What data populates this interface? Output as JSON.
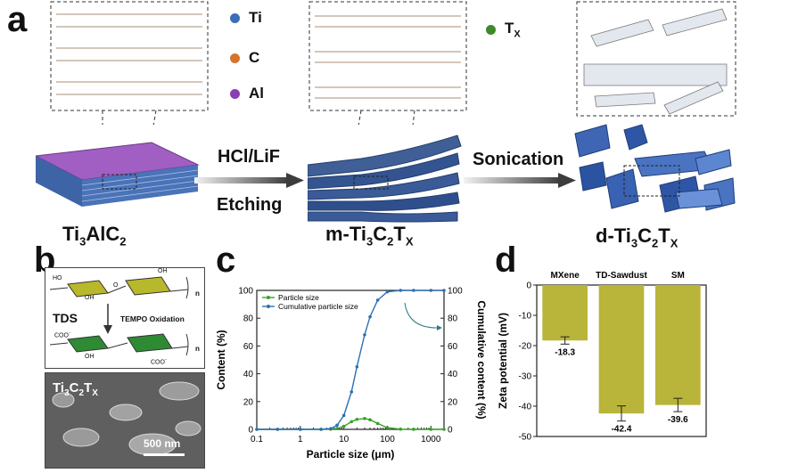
{
  "panels": {
    "a": "a",
    "b": "b",
    "c": "c",
    "d": "d"
  },
  "panel_a": {
    "legend": [
      {
        "label": "Ti",
        "color": "#3a6fb7"
      },
      {
        "label": "C",
        "color": "#d4752c"
      },
      {
        "label": "Al",
        "color": "#8a3fb0"
      }
    ],
    "legend_tx": {
      "label": "T",
      "sub": "X",
      "color": "#3d8a2b"
    },
    "arrow1": {
      "top": "HCl/LiF",
      "bottom": "Etching"
    },
    "arrow2": {
      "top": "Sonication"
    },
    "compounds": [
      {
        "base": "Ti",
        "s1": "3",
        "mid": "AlC",
        "s2": "2",
        "tail": "",
        "s3": ""
      },
      {
        "base": "m-Ti",
        "s1": "3",
        "mid": "C",
        "s2": "2",
        "tail": "T",
        "s3": "X"
      },
      {
        "base": "d-Ti",
        "s1": "3",
        "mid": "C",
        "s2": "2",
        "tail": "T",
        "s3": "X"
      }
    ]
  },
  "panel_b": {
    "tds_label": "TDS",
    "tempo_label": "TEMPO Oxidation",
    "n_label": "n",
    "ho_label": "HO",
    "oh_label": "OH",
    "coo_label": "COO",
    "o_label": "O",
    "sem_label": {
      "base": "Ti",
      "s1": "3",
      "mid": "C",
      "s2": "2",
      "tail": "T",
      "s3": "X"
    },
    "scale_bar": "500 nm"
  },
  "chart_data": [
    {
      "type": "line",
      "xlabel": "Particle size (μm)",
      "ylabel": "Content (%)",
      "y2label": "Cumulative content (%)",
      "xscale": "log",
      "xlim": [
        0.1,
        2000
      ],
      "ylim": [
        0,
        100
      ],
      "y2lim": [
        0,
        100
      ],
      "xticks": [
        "0.1",
        "1",
        "10",
        "100",
        "1000"
      ],
      "yticks": [
        "0",
        "20",
        "40",
        "60",
        "80",
        "100"
      ],
      "y2ticks": [
        "0",
        "20",
        "40",
        "60",
        "80",
        "100"
      ],
      "legend_position": "top-left",
      "series": [
        {
          "name": "Particle size",
          "color": "#3aa12b",
          "x": [
            0.1,
            0.3,
            1,
            3,
            5,
            7,
            10,
            15,
            20,
            30,
            40,
            60,
            100,
            200,
            400,
            1000,
            2000
          ],
          "y": [
            0,
            0,
            0,
            0,
            0.1,
            0.6,
            2.2,
            5.5,
            7.2,
            7.8,
            6.9,
            4.2,
            1.2,
            0.1,
            0,
            0,
            0
          ]
        },
        {
          "name": "Cumulative particle size",
          "color": "#2f6fb3",
          "x": [
            0.1,
            0.3,
            1,
            3,
            5,
            7,
            10,
            15,
            20,
            30,
            40,
            60,
            100,
            200,
            400,
            1000,
            2000
          ],
          "y": [
            0,
            0,
            0,
            0,
            0.5,
            3,
            10,
            27,
            45,
            68,
            81,
            93,
            99,
            100,
            100,
            100,
            100
          ]
        }
      ]
    },
    {
      "type": "bar",
      "categories": [
        "MXene",
        "TD-Sawdust",
        "SM"
      ],
      "values": [
        -18.3,
        -42.4,
        -39.6
      ],
      "errors": [
        1.2,
        2.5,
        2.2
      ],
      "value_labels": [
        "-18.3",
        "-42.4",
        "-39.6"
      ],
      "ylabel": "Zeta potential (mV)",
      "ylim": [
        -50,
        0
      ],
      "yticks": [
        "0",
        "-10",
        "-20",
        "-30",
        "-40",
        "-50"
      ],
      "bar_color": "#b9b43a"
    }
  ]
}
